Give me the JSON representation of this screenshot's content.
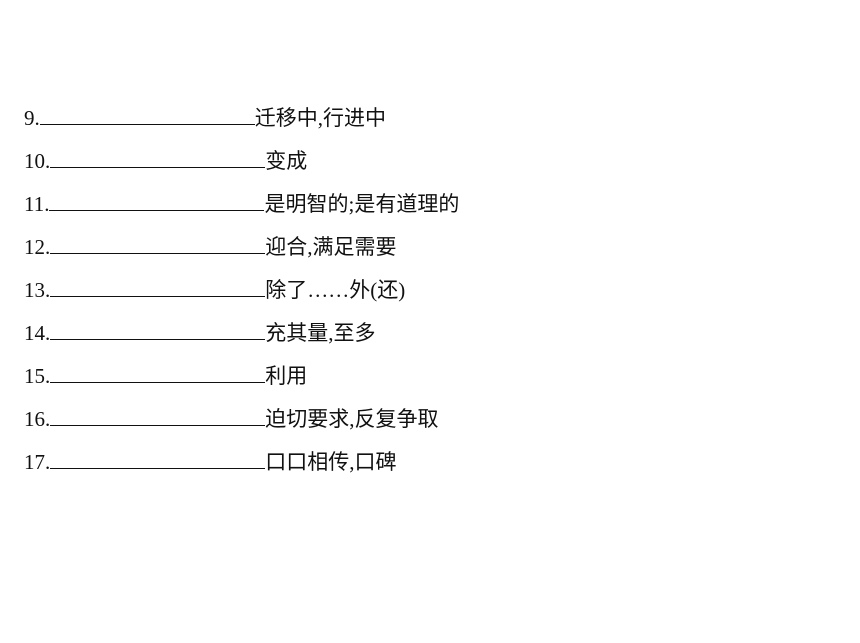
{
  "items": [
    {
      "number": "9.",
      "meaning": "迁移中,行进中"
    },
    {
      "number": "10.",
      "meaning": "变成"
    },
    {
      "number": "11.",
      "meaning": "是明智的;是有道理的"
    },
    {
      "number": "12.",
      "meaning": "迎合,满足需要"
    },
    {
      "number": "13.",
      "meaning": "除了……外(还)"
    },
    {
      "number": "14.",
      "meaning": "充其量,至多"
    },
    {
      "number": "15.",
      "meaning": "利用"
    },
    {
      "number": "16.",
      "meaning": "迫切要求,反复争取"
    },
    {
      "number": "17.",
      "meaning": "口口相传,口碑"
    }
  ]
}
